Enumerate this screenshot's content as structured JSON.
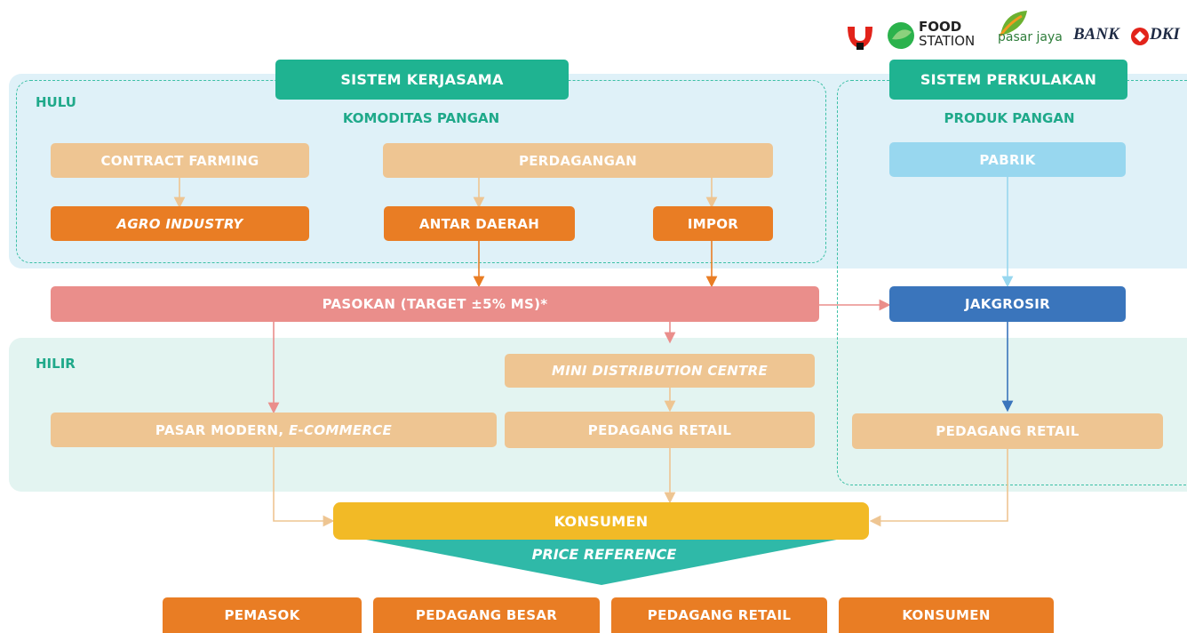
{
  "logos": {
    "food": "FOOD",
    "station": "STATION",
    "pasarjaya": "pasar jaya",
    "bank": "BANK",
    "dki": "DKI"
  },
  "labels": {
    "hulu": "HULU",
    "hilir": "HILIR",
    "komoditas": "KOMODITAS PANGAN",
    "produk": "PRODUK PANGAN"
  },
  "headers": {
    "kerjasama": "SISTEM KERJASAMA",
    "perkulakan": "SISTEM PERKULAKAN"
  },
  "boxes": {
    "contract_farming": "CONTRACT FARMING",
    "perdagangan": "PERDAGANGAN",
    "pabrik": "PABRIK",
    "agro_industry": "AGRO INDUSTRY",
    "antar_daerah": "ANTAR DAERAH",
    "impor": "IMPOR",
    "pasokan": "PASOKAN (TARGET ±5% MS)*",
    "jakgrosir": "JAKGROSIR",
    "mini_dc": "MINI DISTRIBUTION CENTRE",
    "pasar_modern": "PASAR MODERN, ",
    "ecommerce": "E-COMMERCE",
    "pedagang_retail_mid": "PEDAGANG RETAIL",
    "pedagang_retail_right": "PEDAGANG RETAIL",
    "konsumen": "KONSUMEN",
    "price_reference": "PRICE REFERENCE"
  },
  "bottom": [
    "PEMASOK",
    "PEDAGANG BESAR",
    "PEDAGANG RETAIL",
    "KONSUMEN"
  ],
  "colors": {
    "peach": "#EEC592",
    "orange": "#E97D24",
    "teal": "#1FB391",
    "pink": "#EA8E8B",
    "lightblue": "#98D7EF",
    "blue": "#3A75BC",
    "yellow": "#F2BA26",
    "hulu_bg": "#DFF1F8",
    "hilir_bg": "#E3F4F1"
  }
}
